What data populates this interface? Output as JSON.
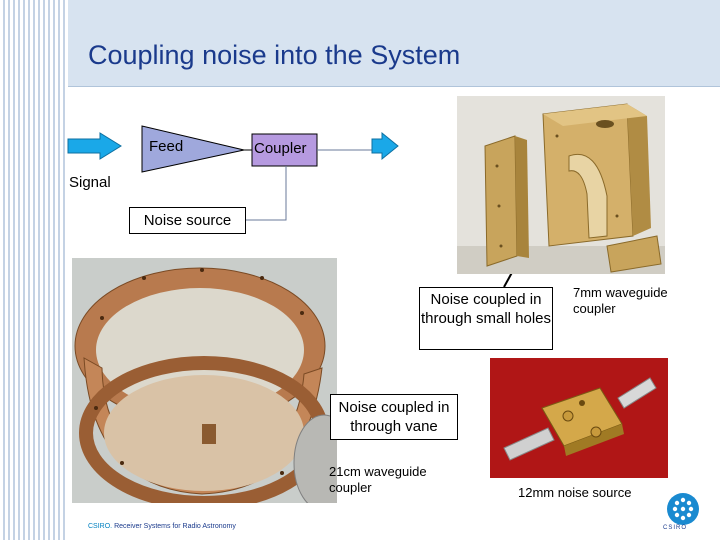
{
  "title": "Coupling noise into the System",
  "diagram": {
    "feed": "Feed",
    "coupler": "Coupler",
    "signal": "Signal",
    "noise_source": "Noise source"
  },
  "callouts": {
    "small_holes": "Noise coupled in through small holes",
    "waveguide_7mm": "7mm waveguide coupler",
    "vane": "Noise coupled in through vane",
    "waveguide_21cm": "21cm waveguide coupler",
    "noise_source_12mm": "12mm noise source"
  },
  "footer": {
    "org": "CSIRO.",
    "text": "Receiver Systems for Radio Astronomy"
  },
  "logo_text": "CSIRO",
  "colors": {
    "title": "#1a3a8c",
    "arrow": "#1aa8e8",
    "feed": "#9fa8dc",
    "coupler": "#b69ae0",
    "brass": "#c8a45c",
    "copper": "#b87a4e"
  }
}
